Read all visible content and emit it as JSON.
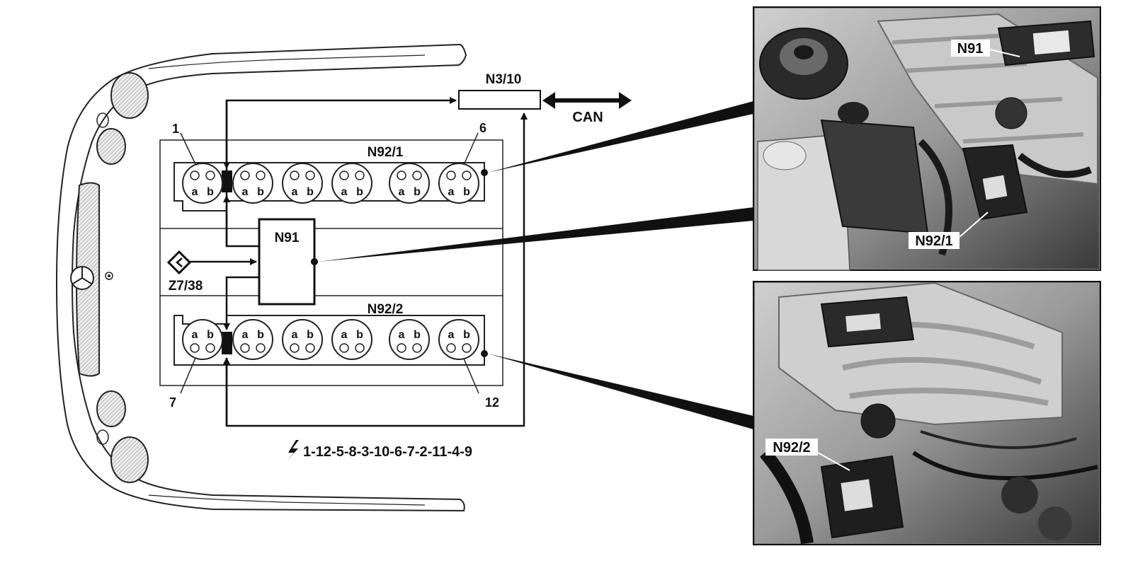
{
  "labels": {
    "n3_10": "N3/10",
    "can": "CAN",
    "n92_1": "N92/1",
    "n92_2": "N92/2",
    "n91": "N91",
    "z7_38": "Z7/38",
    "cyl_1": "1",
    "cyl_6": "6",
    "cyl_7": "7",
    "cyl_12": "12",
    "firing_order": "1-12-5-8-3-10-6-7-2-11-4-9"
  },
  "coil_pin_labels": {
    "a": "a",
    "b": "b"
  },
  "photo_top": {
    "label_n91": "N91",
    "label_n92_1": "N92/1"
  },
  "photo_bottom": {
    "label_n92_2": "N92/2"
  },
  "icons": {
    "firing_order_icon": "spark-bolt-icon",
    "z7_38_icon": "diamond-connector-icon",
    "can_icon": "double-arrow-icon"
  }
}
